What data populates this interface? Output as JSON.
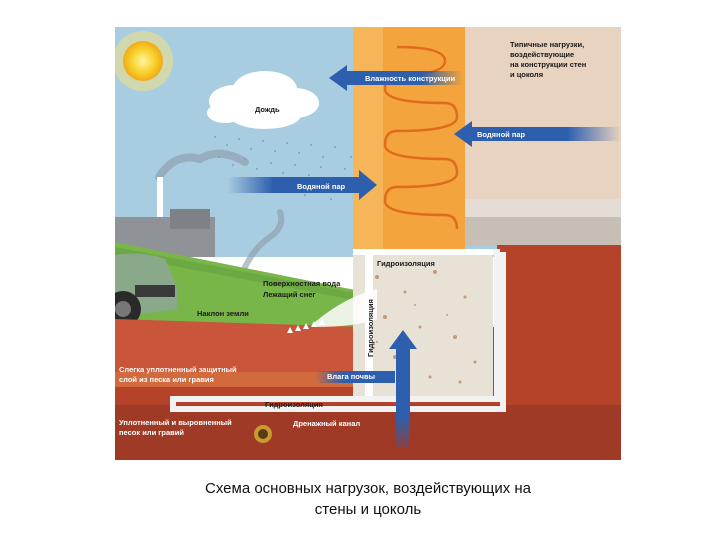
{
  "diagram": {
    "labels": {
      "loads": [
        "Типичные нагрузки,",
        "воздействующие",
        "на конструкции стен",
        "и цоколя"
      ],
      "wall_moisture": "Влажность конструкции",
      "rain": "Дождь",
      "vapor_right": "Водяной пар",
      "vapor_left": "Водяной пар",
      "waterproofing_top": "Гидроизоляция",
      "surface_water": [
        "Поверхностная вода",
        "Лежащий снег"
      ],
      "slope": "Наклон земли",
      "waterproofing_vertical": "Гидроизоляция",
      "compacted_layer": [
        "Слегка уплотненный защитный",
        "слой из песка или гравия"
      ],
      "soil_moisture": "Влага почвы",
      "waterproofing_bottom": "Гидроизоляция",
      "sand_bed": [
        "Уплотненный и выровненный",
        "песок или гравий"
      ],
      "drain": "Дренажный канал"
    },
    "colors": {
      "sky": "#a9cde0",
      "sun": "#f5c218",
      "wall": "#f3a43c",
      "wall_light": "#f9c26b",
      "plaster": "#e8d2c0",
      "concrete": "#e7e1d6",
      "soil": "#b5432a",
      "grass": "#79b64a",
      "arrow": "#2d5fae"
    }
  },
  "caption": {
    "line1": "Схема основных нагрузок, воздействующих на",
    "line2": "стены и цоколь"
  }
}
